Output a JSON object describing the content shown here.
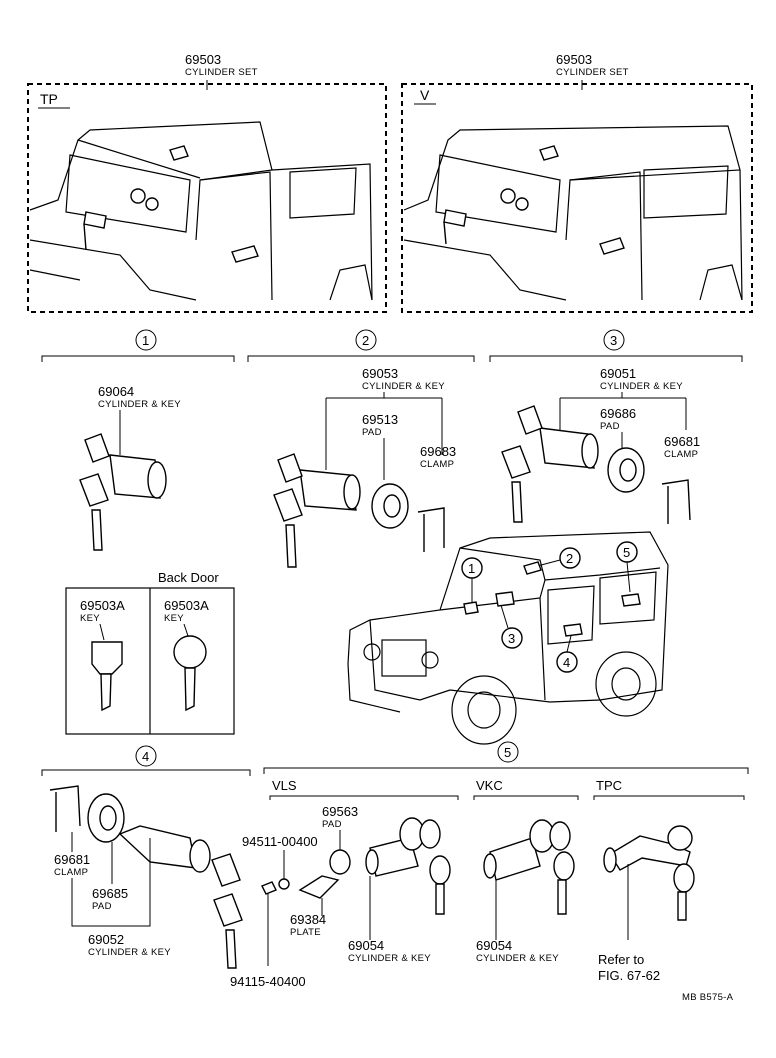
{
  "top": {
    "tp": {
      "pn": "69503",
      "label": "CYLINDER SET",
      "tag": "TP"
    },
    "v": {
      "pn": "69503",
      "label": "CYLINDER SET",
      "tag": "V"
    }
  },
  "circles": [
    "1",
    "2",
    "3",
    "4",
    "5"
  ],
  "sec1": {
    "pn": "69064",
    "label": "CYLINDER & KEY"
  },
  "sec2": {
    "cyl": {
      "pn": "69053",
      "label": "CYLINDER & KEY"
    },
    "pad": {
      "pn": "69513",
      "label": "PAD"
    },
    "clamp": {
      "pn": "69683",
      "label": "CLAMP"
    }
  },
  "sec3": {
    "cyl": {
      "pn": "69051",
      "label": "CYLINDER & KEY"
    },
    "pad": {
      "pn": "69686",
      "label": "PAD"
    },
    "clamp": {
      "pn": "69681",
      "label": "CLAMP"
    }
  },
  "keys": {
    "back_door": "Back Door",
    "k1": {
      "pn": "69503A",
      "label": "KEY"
    },
    "k2": {
      "pn": "69503A",
      "label": "KEY"
    }
  },
  "sec4": {
    "clamp": {
      "pn": "69681",
      "label": "CLAMP"
    },
    "pad": {
      "pn": "69685",
      "label": "PAD"
    },
    "cyl": {
      "pn": "69052",
      "label": "CYLINDER & KEY"
    }
  },
  "sec5": {
    "vls": "VLS",
    "vkc": "VKC",
    "tpc": "TPC",
    "bolt": "94511-00400",
    "nut": "94115-40400",
    "pad": {
      "pn": "69563",
      "label": "PAD"
    },
    "plate": {
      "pn": "69384",
      "label": "PLATE"
    },
    "cyl_vls": {
      "pn": "69054",
      "label": "CYLINDER & KEY"
    },
    "cyl_vkc": {
      "pn": "69054",
      "label": "CYLINDER & KEY"
    },
    "refer": "Refer to",
    "fig": "FIG. 67-62"
  },
  "footer": "MB  B575-A"
}
